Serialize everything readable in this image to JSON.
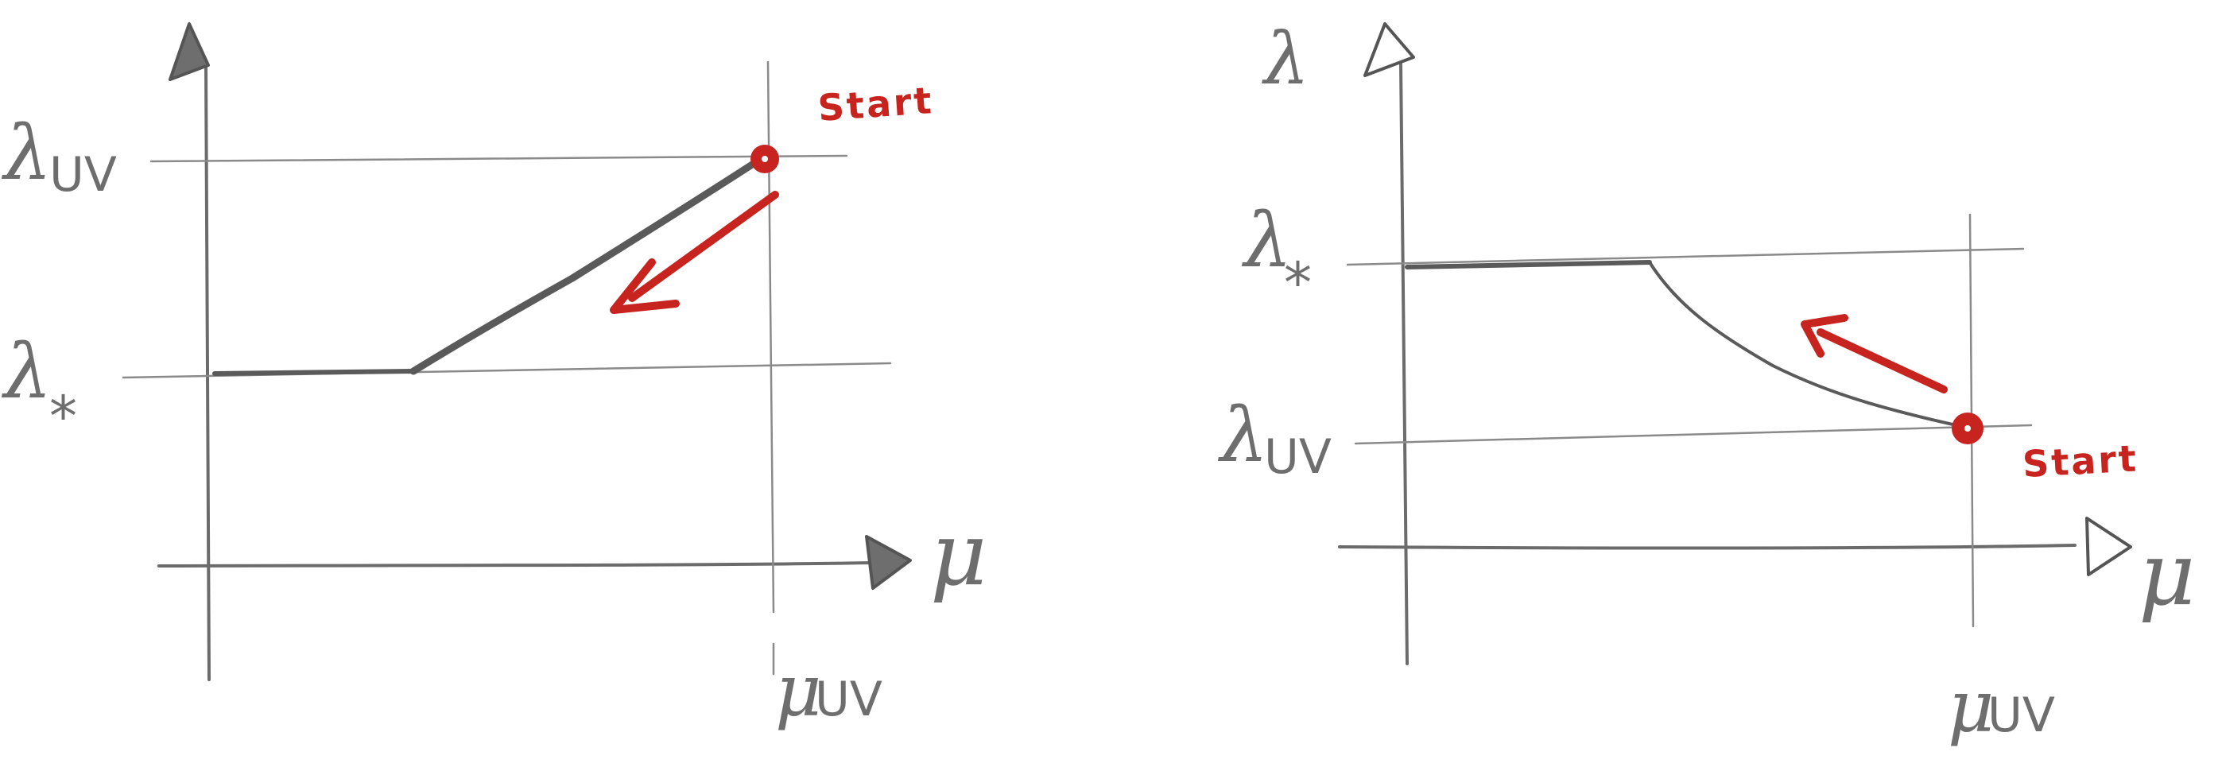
{
  "colors": {
    "pencil": "#6b6b6b",
    "marker": "#c8241f",
    "background": "#ffffff"
  },
  "left_panel": {
    "y_axis_label": "",
    "x_axis_label": "μ",
    "lambda_uv_label": "λ",
    "lambda_uv_sub": "UV",
    "lambda_star_label": "λ",
    "lambda_star_sub": "*",
    "mu_uv_label": "μ",
    "mu_uv_sub": "UV",
    "start_label": "Start",
    "curve": "flat at λ* for small μ, rising linearly up to λUV at μUV",
    "arrow_direction": "toward decreasing μ"
  },
  "right_panel": {
    "y_axis_label": "λ",
    "x_axis_label": "μ",
    "lambda_star_label": "λ",
    "lambda_star_sub": "*",
    "lambda_uv_label": "λ",
    "lambda_uv_sub": "UV",
    "mu_uv_label": "μ",
    "mu_uv_sub": "UV",
    "start_label": "Start",
    "curve": "flat at λ* for small μ, descending to λUV at μUV",
    "arrow_direction": "toward decreasing μ"
  }
}
